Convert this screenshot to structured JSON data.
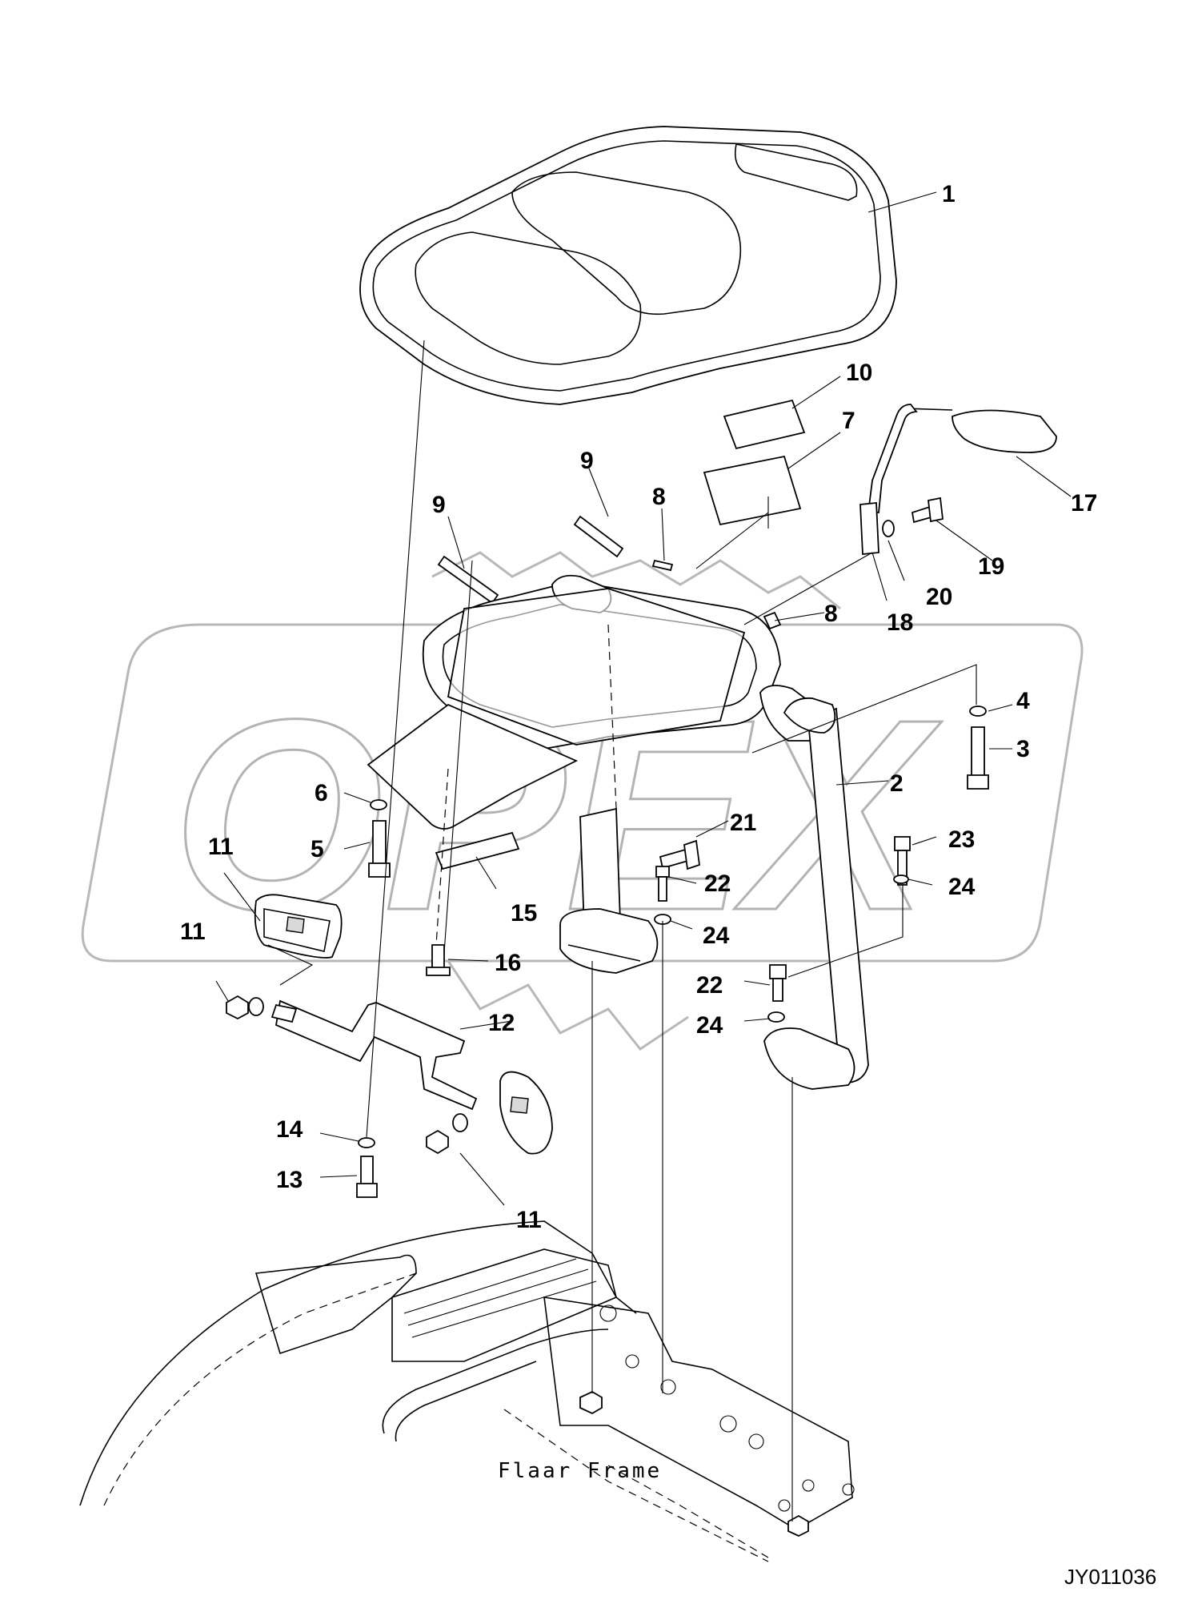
{
  "diagram": {
    "callouts": [
      {
        "id": "c1",
        "text": "1"
      },
      {
        "id": "c2",
        "text": "2"
      },
      {
        "id": "c3",
        "text": "3"
      },
      {
        "id": "c4",
        "text": "4"
      },
      {
        "id": "c5",
        "text": "5"
      },
      {
        "id": "c6",
        "text": "6"
      },
      {
        "id": "c7",
        "text": "7"
      },
      {
        "id": "c8a",
        "text": "8"
      },
      {
        "id": "c8b",
        "text": "8"
      },
      {
        "id": "c9a",
        "text": "9"
      },
      {
        "id": "c9b",
        "text": "9"
      },
      {
        "id": "c10",
        "text": "10"
      },
      {
        "id": "c11a",
        "text": "11"
      },
      {
        "id": "c11b",
        "text": "11"
      },
      {
        "id": "c11c",
        "text": "11"
      },
      {
        "id": "c12",
        "text": "12"
      },
      {
        "id": "c13",
        "text": "13"
      },
      {
        "id": "c14",
        "text": "14"
      },
      {
        "id": "c15",
        "text": "15"
      },
      {
        "id": "c16",
        "text": "16"
      },
      {
        "id": "c17",
        "text": "17"
      },
      {
        "id": "c18",
        "text": "18"
      },
      {
        "id": "c19",
        "text": "19"
      },
      {
        "id": "c20",
        "text": "20"
      },
      {
        "id": "c21",
        "text": "21"
      },
      {
        "id": "c22a",
        "text": "22"
      },
      {
        "id": "c22b",
        "text": "22"
      },
      {
        "id": "c23",
        "text": "23"
      },
      {
        "id": "c24a",
        "text": "24"
      },
      {
        "id": "c24b",
        "text": "24"
      },
      {
        "id": "c24c",
        "text": "24"
      }
    ],
    "frame_label": "Flaar Frame",
    "document_id": "JY011036",
    "watermark": "OPEX"
  }
}
